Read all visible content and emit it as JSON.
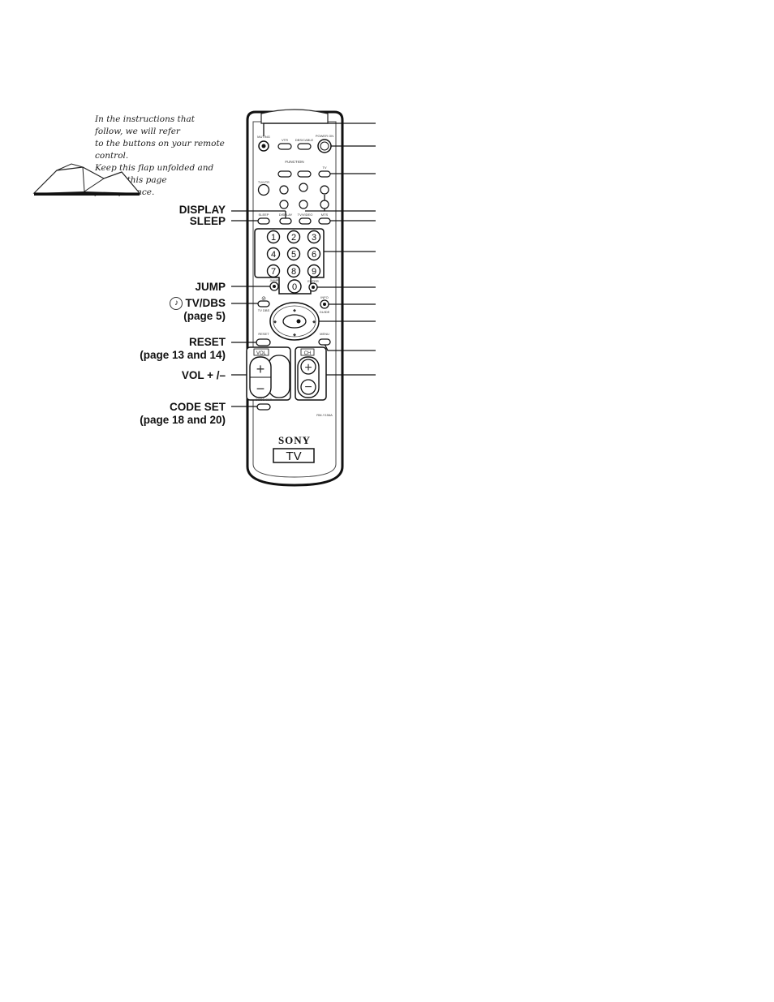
{
  "intro": {
    "line1": "In the instructions that follow, we will refer",
    "line2": "to the buttons on your remote control.",
    "line3": "Keep this flap unfolded and look to this page",
    "line4": "for reference."
  },
  "labels": {
    "display": "DISPLAY",
    "sleep": "SLEEP",
    "jump": "JUMP",
    "tv_dbs": "TV/DBS",
    "tv_dbs_page": "(page 5)",
    "reset": "RESET",
    "reset_page": "(page 13 and 14)",
    "vol": "VOL + /–",
    "code_set": "CODE SET",
    "code_set_page": "(page 18 and 20)"
  },
  "remote": {
    "btn_muting": "MUTING",
    "btn_vtr": "VTR",
    "btn_dbs_cable": "DBS/CABLE",
    "btn_power_on": "POWER ON",
    "func_label": "FUNCTION",
    "btn_tv": "TV",
    "btn_tvvtr": "TV/VTR",
    "btn_sleep": "SLEEP",
    "btn_display": "DISPLAY",
    "btn_tvvideo": "TV/VIDEO",
    "btn_mts": "MTS",
    "keys": [
      "1",
      "2",
      "3",
      "4",
      "5",
      "6",
      "7",
      "8",
      "9",
      "0"
    ],
    "btn_jump": "JUMP",
    "btn_enter": "ENTER",
    "btn_tvdbs": "TV DBS",
    "btn_info": "INFO",
    "btn_guide": "GUIDE",
    "btn_reset": "RESET",
    "btn_menu": "MENU",
    "vol": "VOL",
    "ch": "CH",
    "btn_code_set": "CODE SET",
    "model": "RM-Y156A",
    "brand": "SONY",
    "badge": "TV"
  }
}
